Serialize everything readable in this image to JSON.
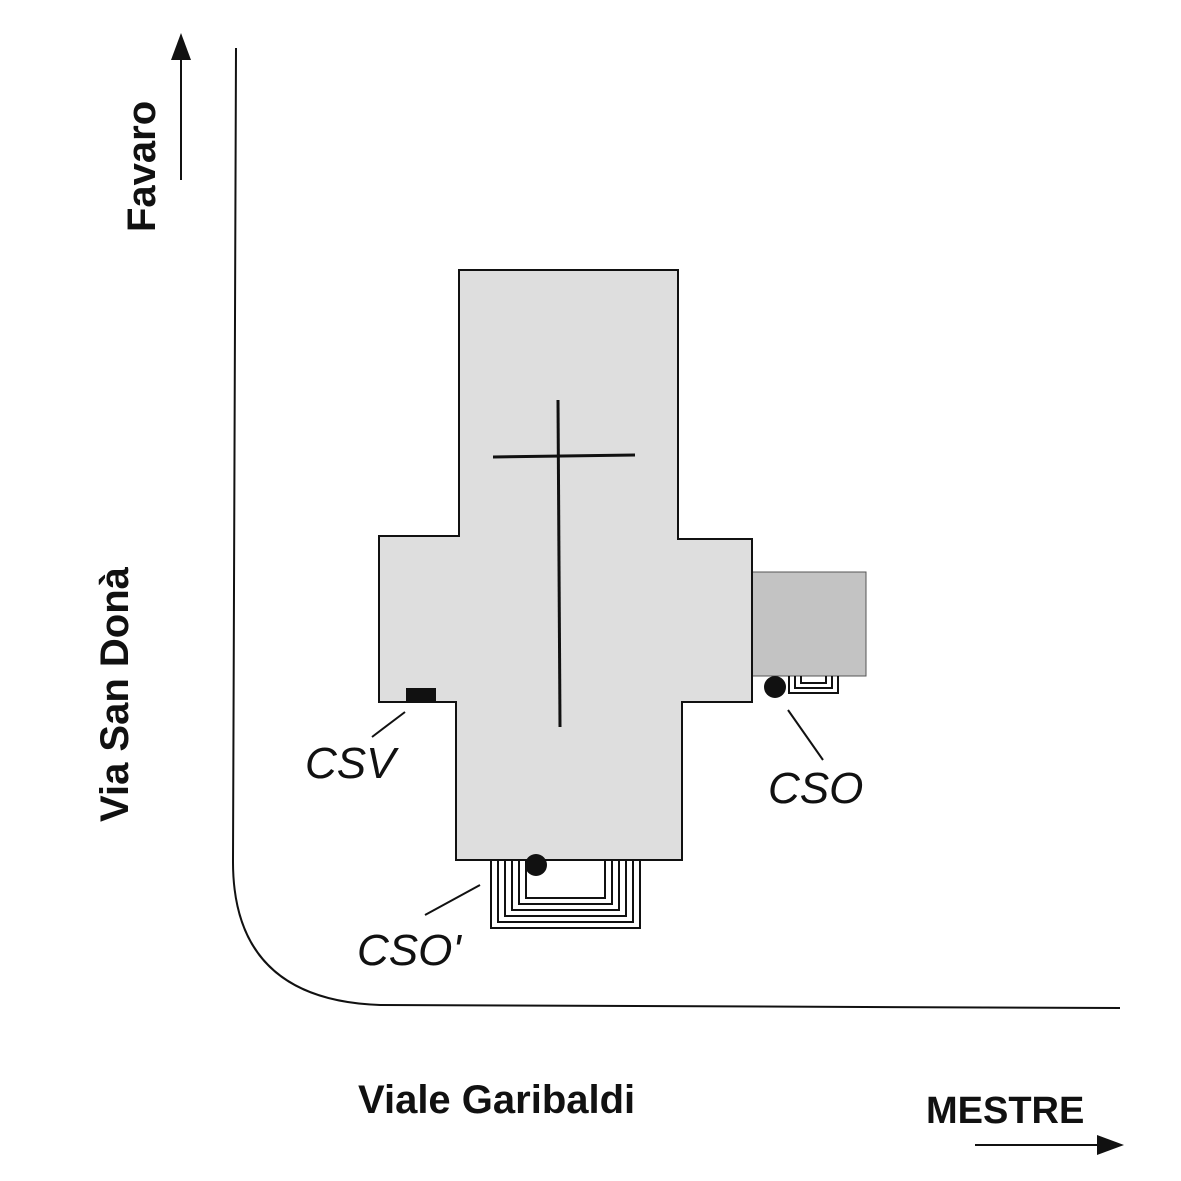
{
  "labels": {
    "favaro": "Favaro",
    "via_san_dona": "Via San Donà",
    "viale_garibaldi": "Viale Garibaldi",
    "mestre": "MESTRE"
  },
  "markers": {
    "csv": "CSV",
    "cso": "CSO",
    "cso_prime": "CSO'"
  },
  "colors": {
    "church_fill": "#dedede",
    "annex_fill": "#c3c3c3",
    "stroke": "#111111"
  }
}
